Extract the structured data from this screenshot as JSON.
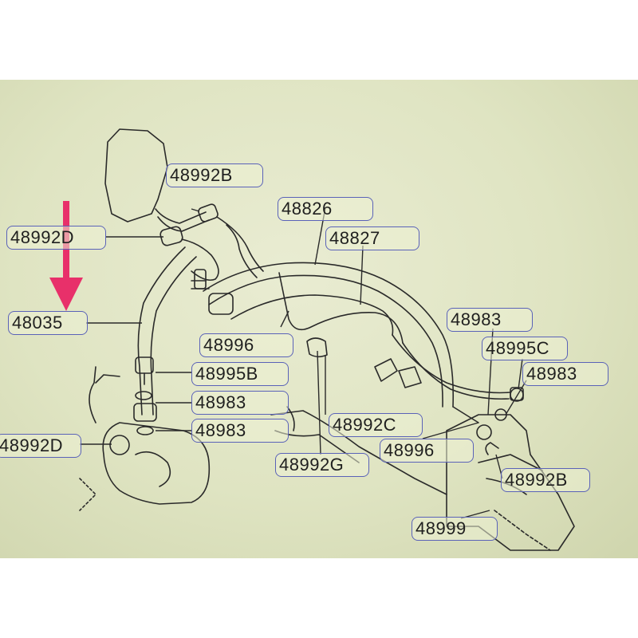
{
  "callouts": {
    "c1": "48992B",
    "c2": "48826",
    "c3": "48992D",
    "c4": "48827",
    "c5": "48035",
    "c6": "48996",
    "c7": "48983",
    "c8": "48995C",
    "c9": "48995B",
    "c10": "48983",
    "c11": "48983",
    "c12": "48983",
    "c13": "48992C",
    "c14": "48992D",
    "c15": "48996",
    "c16": "48992G",
    "c17": "48992B",
    "c18": "48999"
  },
  "colors": {
    "arrow": "#e8306a",
    "callout_border": "#5a62b8",
    "line_art": "#2a2a2a"
  }
}
